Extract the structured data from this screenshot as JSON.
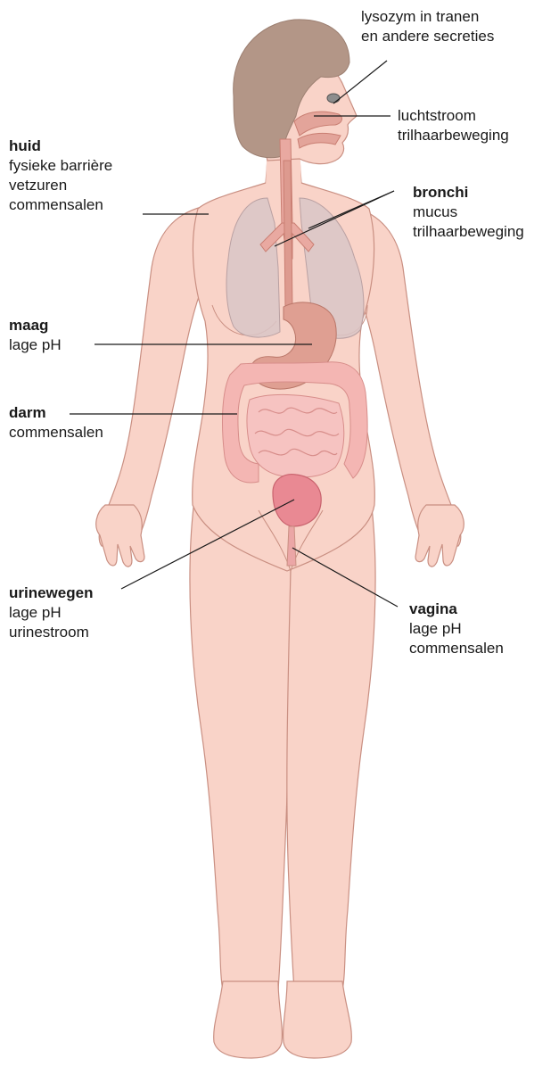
{
  "labels": {
    "eye": {
      "lines": [
        "lysozym in tranen",
        "en andere secreties"
      ]
    },
    "nose": {
      "lines": [
        "luchtstroom",
        "trilhaarbeweging"
      ]
    },
    "skin": {
      "title": "huid",
      "lines": [
        "fysieke barrière",
        "vetzuren",
        "commensalen"
      ]
    },
    "bronchi": {
      "title": "bronchi",
      "lines": [
        "mucus",
        "trilhaarbeweging"
      ]
    },
    "stomach": {
      "title": "maag",
      "lines": [
        "lage pH"
      ]
    },
    "gut": {
      "title": "darm",
      "lines": [
        "commensalen"
      ]
    },
    "urinary": {
      "title": "urinewegen",
      "lines": [
        "lage pH",
        "urinestroom"
      ]
    },
    "vagina": {
      "title": "vagina",
      "lines": [
        "lage pH",
        "commensalen"
      ]
    }
  },
  "colors": {
    "skin": "#f9d3c8",
    "outline": "#c98f82",
    "hair": "#b39687",
    "lungs": "#d9c6c7",
    "organs": "#e3a49a",
    "stomach": "#df9f92",
    "intestine": "#f4b6b3",
    "bladder": "#e98993",
    "leader": "#1a1a1a"
  }
}
